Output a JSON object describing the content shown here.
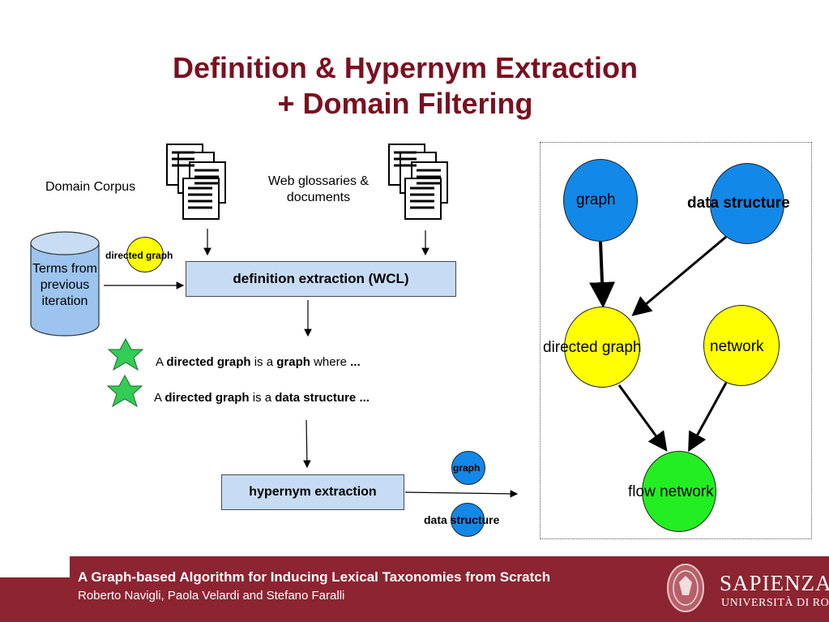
{
  "title": {
    "line1": "Definition & Hypernym Extraction",
    "line2": "+ Domain Filtering"
  },
  "left": {
    "domain_corpus": "Domain Corpus",
    "web_glossaries": "Web glossaries & documents",
    "cylinder_text": "Terms from previous iteration",
    "input_term": "directed graph",
    "definition_box": "definition extraction (WCL)",
    "definitions": [
      {
        "prefix": "A ",
        "term": "directed graph",
        "mid": " is a ",
        "hyper": "graph",
        "tail": " where ",
        "dots": "..."
      },
      {
        "prefix": "A ",
        "term": "directed graph",
        "mid": " is a ",
        "hyper": "data structure",
        "tail": " ",
        "dots": "..."
      }
    ],
    "hypernym_box": "hypernym extraction",
    "out_graph": "graph",
    "out_data_structure": "data structure"
  },
  "right": {
    "nodes": {
      "graph": "graph",
      "data_structure": "data structure",
      "directed_graph": "directed graph",
      "network": "network",
      "flow_network": "flow network"
    }
  },
  "footer": {
    "title": "A Graph-based Algorithm for Inducing Lexical Taxonomies from Scratch",
    "authors": "Roberto Navigli, Paola Velardi and Stefano Faralli",
    "logo_text": "SAPIENZA",
    "logo_sub": "UNIVERSITÀ DI ROMA"
  },
  "colors": {
    "title": "#7a1020",
    "blue_node": "#1288e8",
    "yellow_node": "#ffff00",
    "green_node": "#22ee22",
    "box_fill": "#c6dcf4",
    "footer": "#8c2431",
    "star": "#33cc55"
  }
}
